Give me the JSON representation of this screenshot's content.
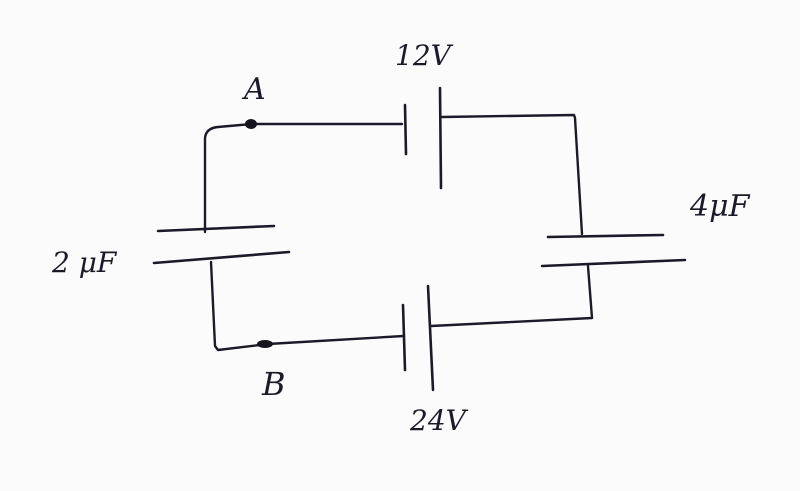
{
  "labels": {
    "node_a": "A",
    "node_b": "B",
    "battery_top": "12V",
    "battery_bottom": "24V",
    "capacitor_left": "2 μF",
    "capacitor_right": "4μF"
  },
  "colors": {
    "ink": "#1a1a2a",
    "paper": "#fbfbfb"
  }
}
